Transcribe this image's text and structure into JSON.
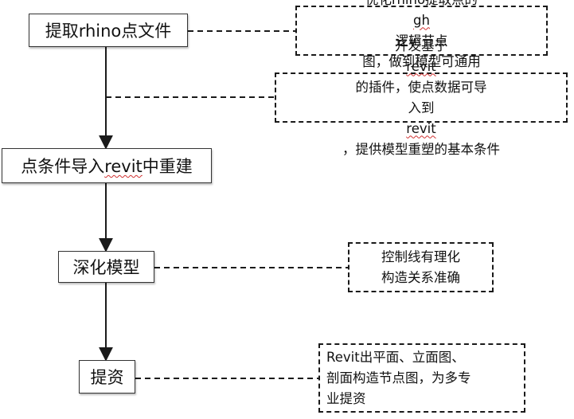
{
  "steps": [
    {
      "text": "提取rhino点文件"
    },
    {
      "text_before": "点条件导入",
      "text_link": "revit",
      "text_after": "中重建"
    },
    {
      "text": "深化模型"
    },
    {
      "text": "提资"
    }
  ],
  "notes": [
    {
      "line1_a": "优化rhino提取点的",
      "line1_link": "gh",
      "line1_b": "逻辑节点",
      "line2": "图，做到模型可通用"
    },
    {
      "line1_a": "开发基于",
      "line1_link": "revit",
      "line1_b": "的插件，使点数据可导",
      "line2_a": "入到",
      "line2_link": "revit",
      "line2_b": "，提供模型重塑的基本条件"
    },
    {
      "line1": "控制线有理化",
      "line2": "构造关系准确"
    },
    {
      "line1": "Revit出平面、立面图、",
      "line2": "剖面构造节点图，为多专",
      "line3": "业提资"
    }
  ],
  "colors": {
    "line": "#1a1a1a",
    "box_border": "#333333",
    "background": "#ffffff"
  }
}
